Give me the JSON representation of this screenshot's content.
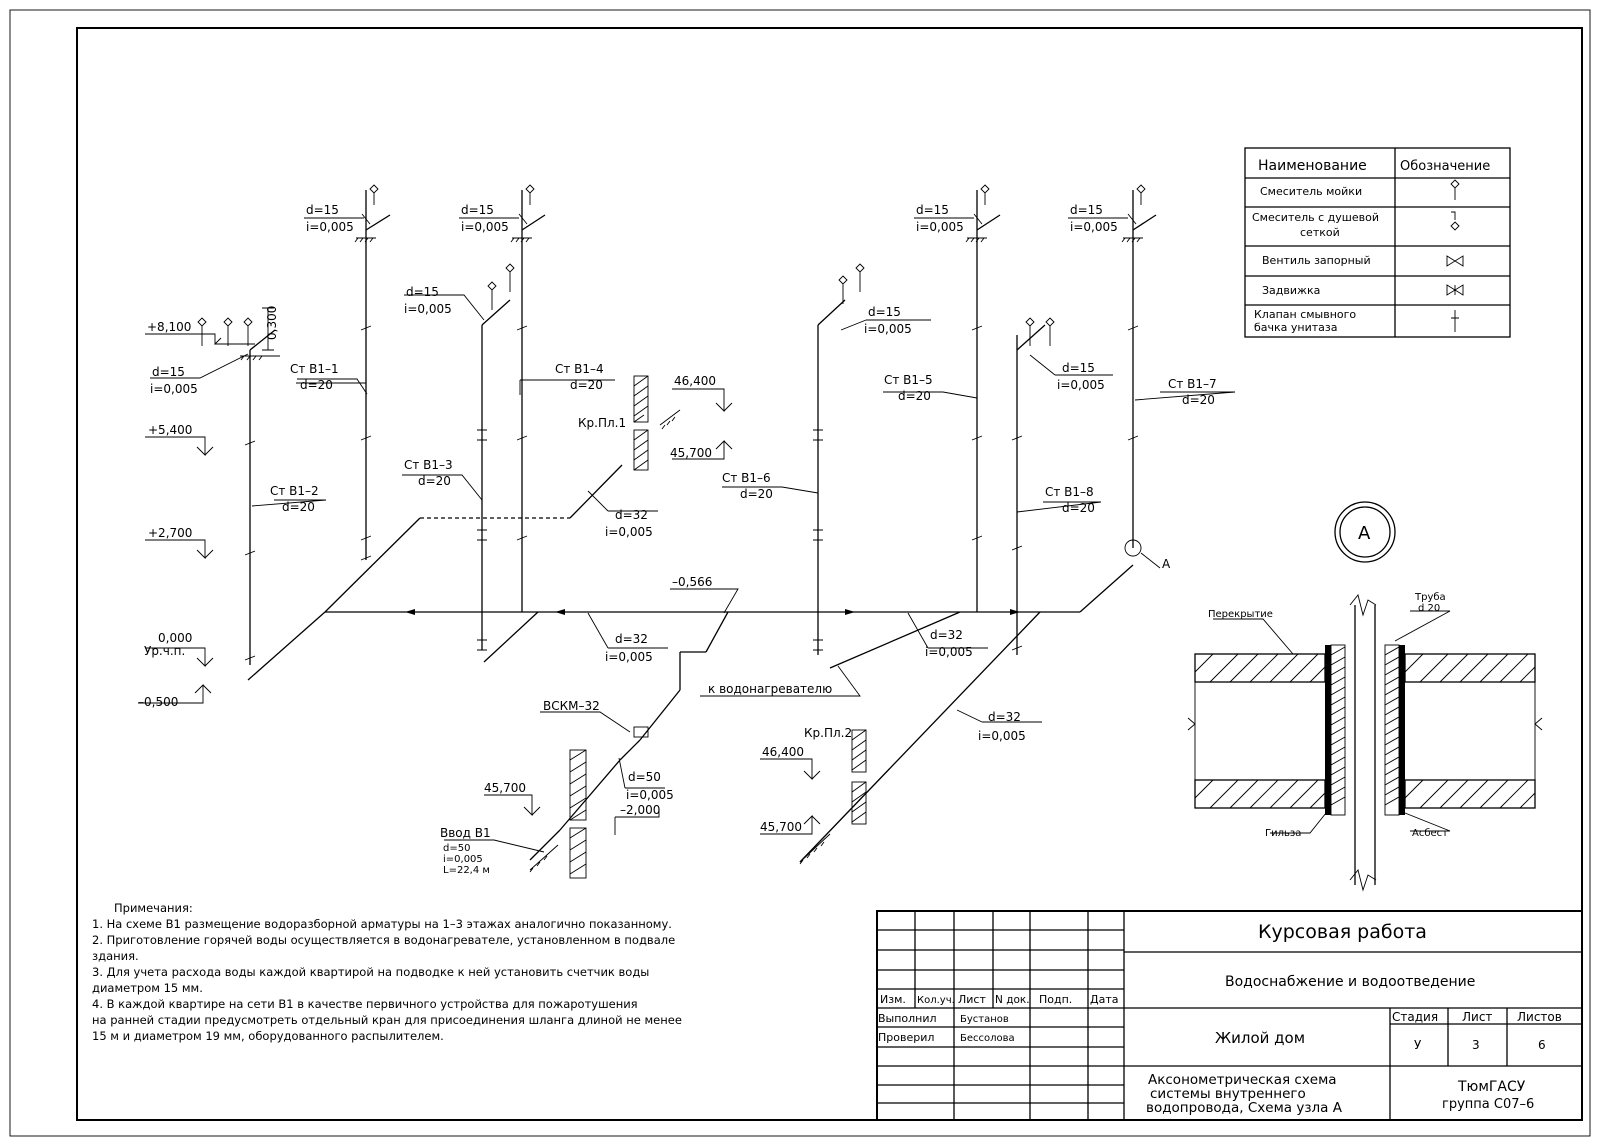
{
  "labels": {
    "pipe_d15": "d=15",
    "pipe_i0005": "i=0,005",
    "pipe_d20": "d=20",
    "pipe_d32": "d=32",
    "pipe_d50": "d=50",
    "riser_1": "Ст В1–1",
    "riser_2": "Ст В1–2",
    "riser_3": "Ст В1–3",
    "riser_4": "Ст В1–4",
    "riser_5": "Ст В1–5",
    "riser_6": "Ст В1–6",
    "riser_7": "Ст В1–7",
    "riser_8": "Ст В1–8",
    "elev_8100": "+8,100",
    "elev_5400": "+5,400",
    "elev_2700": "+2,700",
    "elev_0000": "0,000",
    "elev_floor": "Ур.ч.п.",
    "elev_m0500": "–0,500",
    "elev_m0566": "–0,566",
    "elev_m2000": "–2,000",
    "elev_46400": "46,400",
    "elev_45700": "45,700",
    "dim_0300": "0,300",
    "kr_pl1": "Кр.Пл.1",
    "kr_pl2": "Кр.Пл.2",
    "to_heater": "к водонагревателю",
    "meter": "ВСКМ–32",
    "inlet_title": "Ввод В1",
    "inlet_d": "d=50",
    "inlet_i": "i=0,005",
    "inlet_L": "L=22,4 м",
    "node_mark": "А",
    "node_circle": "А"
  },
  "legend": {
    "header_name": "Наименование",
    "header_symbol": "Обозначение",
    "rows": [
      {
        "name1": "Смеситель мойки",
        "name2": "",
        "icon": "sink-mixer-icon"
      },
      {
        "name1": "Смеситель с душевой",
        "name2": "сеткой",
        "icon": "shower-mixer-icon"
      },
      {
        "name1": "Вентиль запорный",
        "name2": "",
        "icon": "shutoff-valve-icon"
      },
      {
        "name1": "Задвижка",
        "name2": "",
        "icon": "gate-valve-icon"
      },
      {
        "name1": "Клапан смывного",
        "name2": "бачка унитаза",
        "icon": "flush-valve-icon"
      }
    ]
  },
  "detail": {
    "slab": "Перекрытие",
    "pipe": "Труба",
    "pipe_d": "d 20",
    "sleeve": "Гильза",
    "asbestos": "Асбест"
  },
  "notes": {
    "title": "Примечания:",
    "lines": [
      "1. На схеме В1 размещение водоразборной арматуры на  1–3 этажах аналогично показанному.",
      "2. Приготовление горячей воды осуществляется в водонагревателе, установленном в подвале",
      "    здания.",
      "3. Для учета расхода воды каждой квартирой на подводке к ней установить счетчик воды",
      "    диаметром 15 мм.",
      "4. В каждой квартире на сети В1 в качестве первичного устройства для пожаротушения",
      "    на ранней стадии предусмотреть отдельный кран для присоединения шланга длиной не менее",
      "    15 м и диаметром 19 мм, оборудованного распылителем."
    ]
  },
  "title_block": {
    "col_izm": "Изм.",
    "col_kol": "Кол.уч.",
    "col_list": "Лист",
    "col_ndok": "N док.",
    "col_podp": "Подп.",
    "col_data": "Дата",
    "row_vyp": "Выполнил",
    "row_vyp_name": "Бустанов",
    "row_prov": "Проверил",
    "row_prov_name": "Бессолова",
    "course": "Курсовая работа",
    "subject": "Водоснабжение и водоотведение",
    "object": "Жилой дом",
    "stage_h": "Стадия",
    "sheet_h": "Лист",
    "sheets_h": "Листов",
    "stage_v": "У",
    "sheet_v": "3",
    "sheets_v": "6",
    "desc1": "Аксонометрическая схема",
    "desc2": "системы внутреннего",
    "desc3": "водопровода, Схема узла А",
    "org1": "ТюмГАСУ",
    "org2": "группа С07–6"
  }
}
